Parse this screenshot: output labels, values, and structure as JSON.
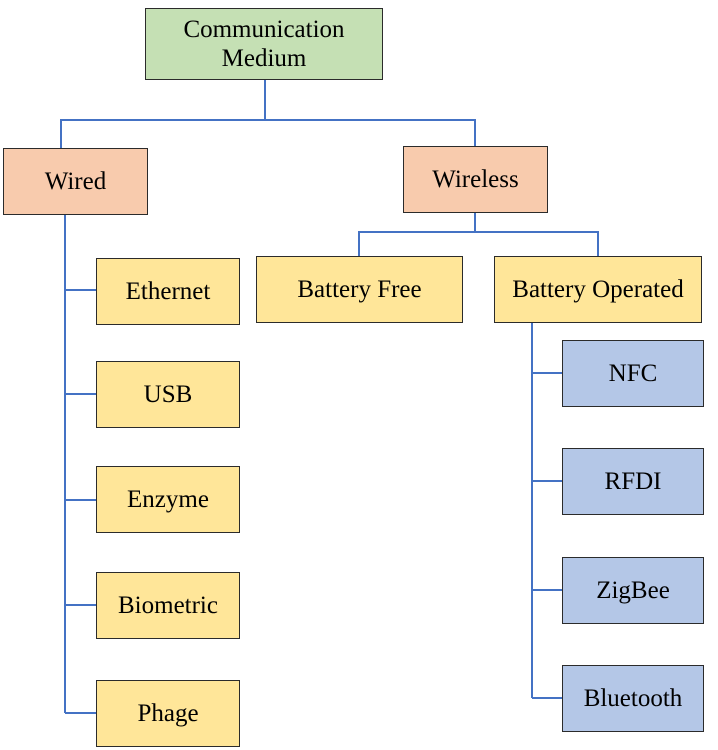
{
  "colors": {
    "root": "#c5e0b4",
    "category": "#f8cbad",
    "subcategory": "#ffe699",
    "technology": "#b4c7e7",
    "connector": "#4472c4"
  },
  "root": {
    "label_line1": "Communication",
    "label_line2": "Medium"
  },
  "wired": {
    "label": "Wired",
    "items": [
      "Ethernet",
      "USB",
      "Enzyme",
      "Biometric",
      "Phage"
    ]
  },
  "wireless": {
    "label": "Wireless",
    "battery_free": {
      "label": "Battery Free"
    },
    "battery_operated": {
      "label": "Battery Operated",
      "items": [
        "NFC",
        "RFDI",
        "ZigBee",
        "Bluetooth"
      ]
    }
  }
}
